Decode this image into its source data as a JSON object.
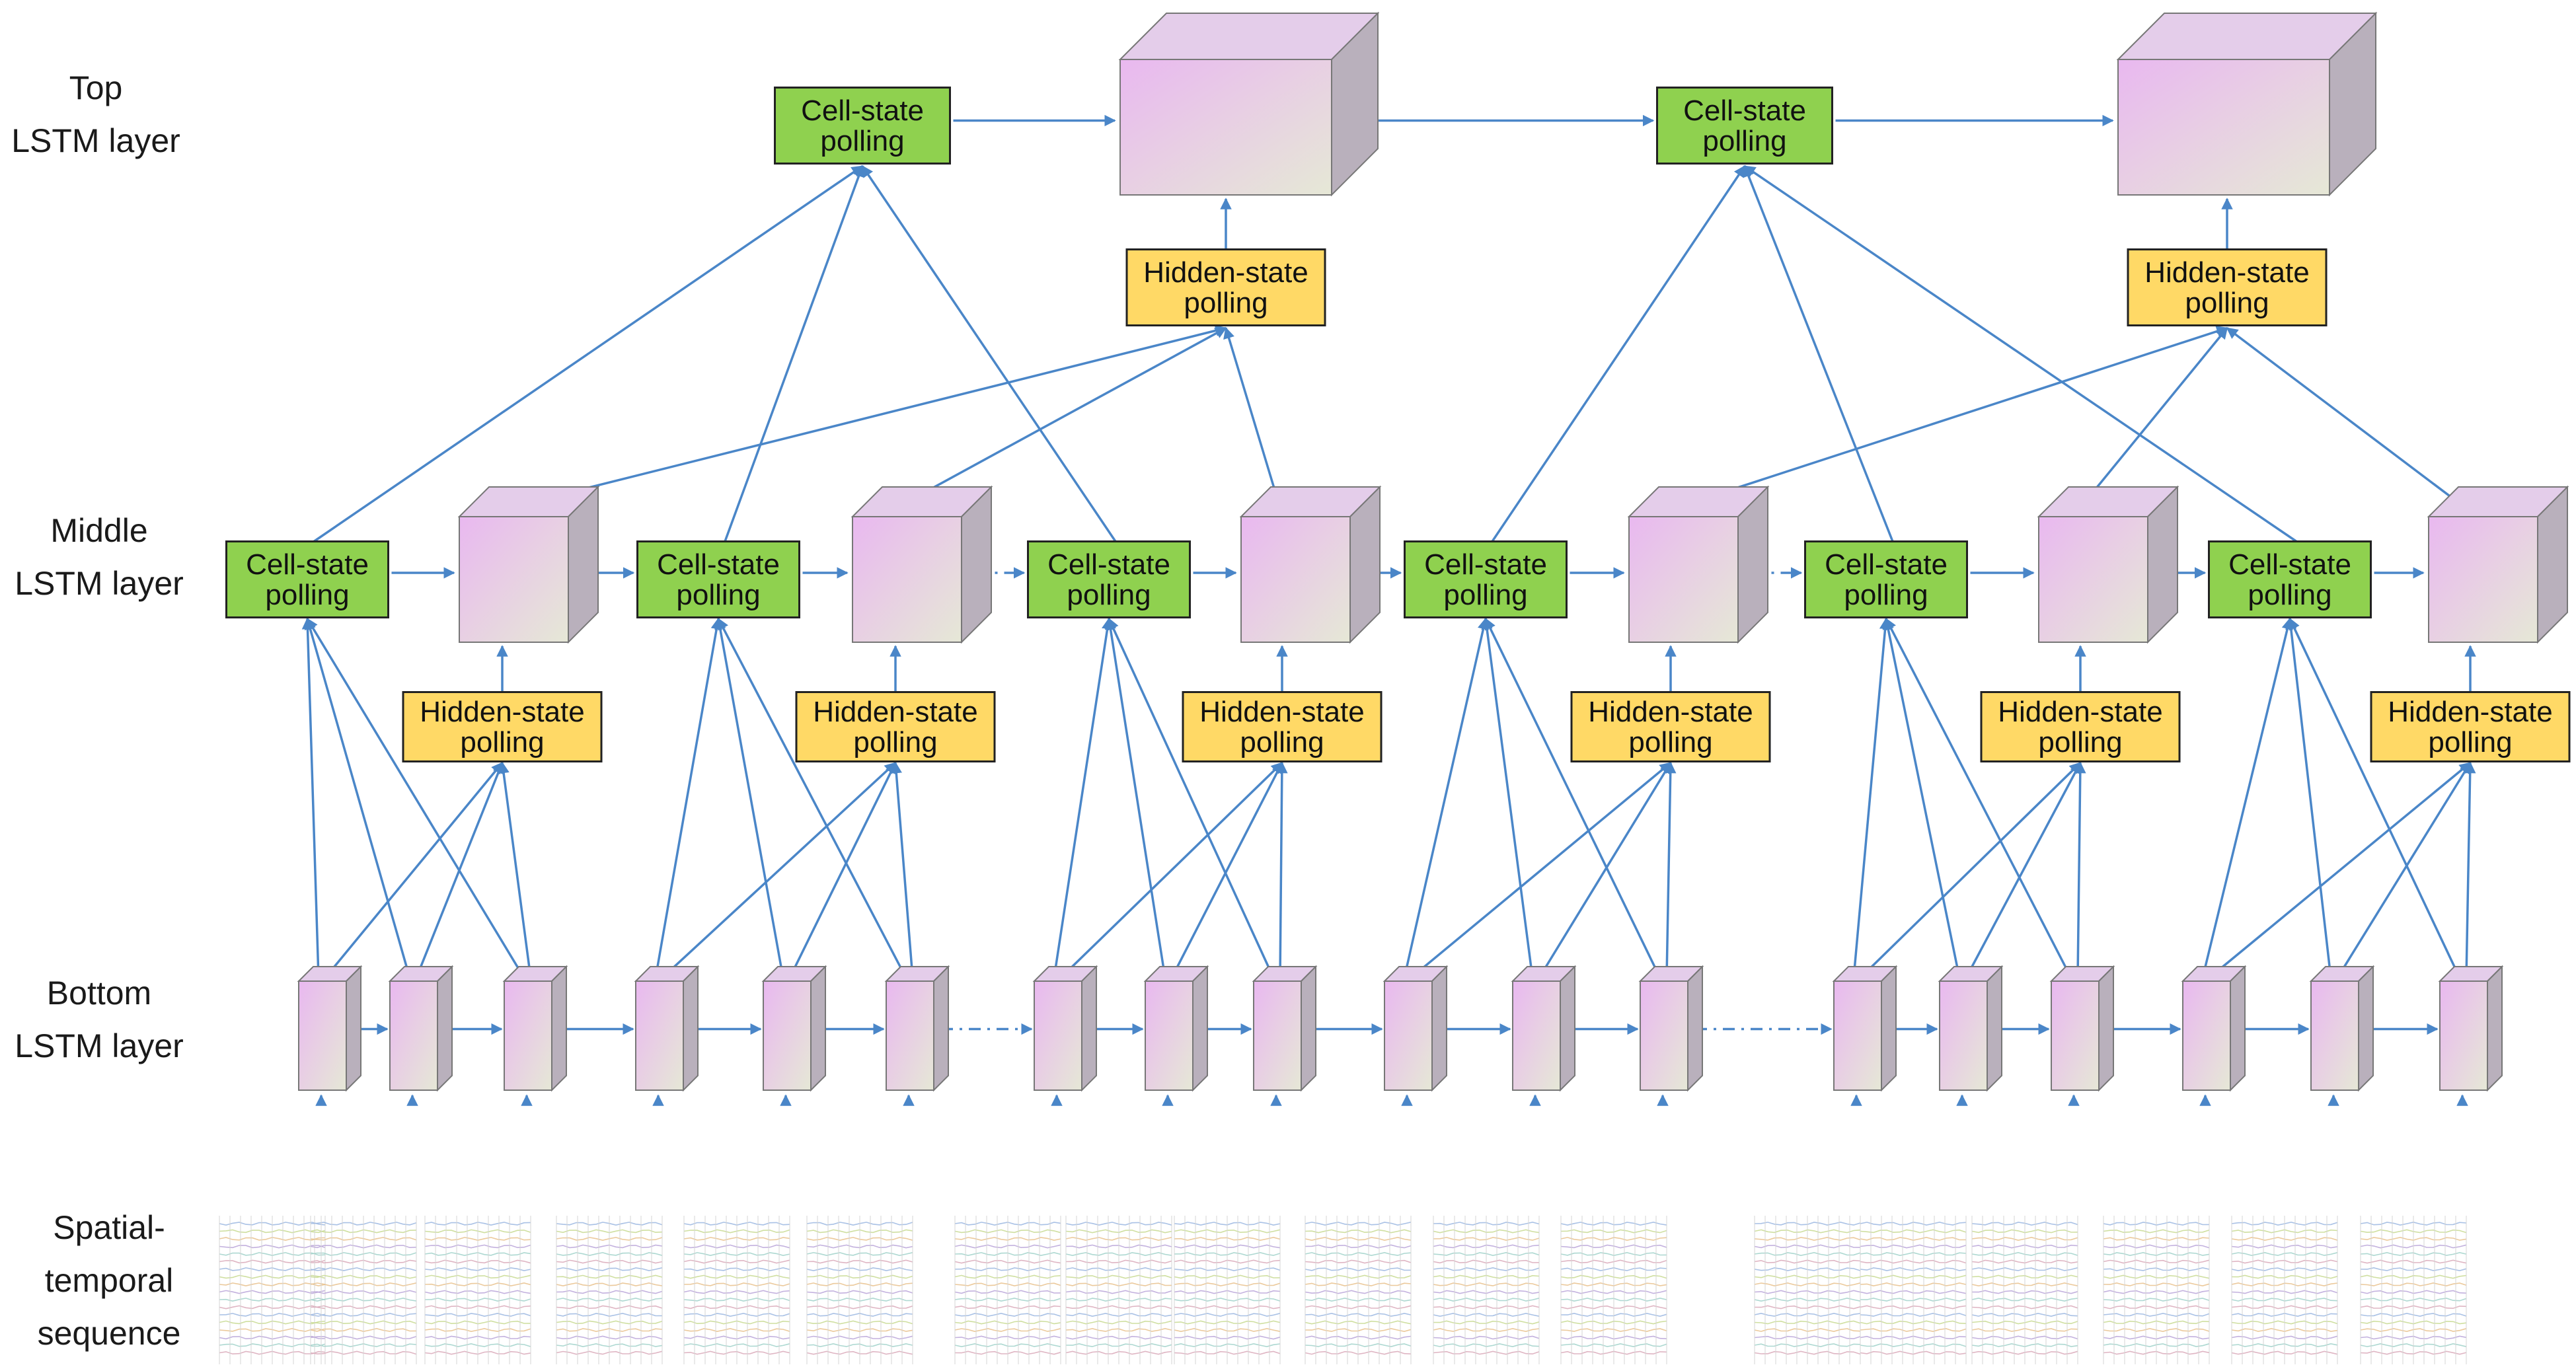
{
  "layer_labels": {
    "top": [
      "Top",
      "LSTM layer"
    ],
    "middle": [
      "Middle",
      "LSTM layer"
    ],
    "bottom": [
      "Bottom",
      "LSTM layer"
    ],
    "input": [
      "Spatial-",
      "temporal",
      "sequence"
    ]
  },
  "cell_state_label": [
    "Cell-state",
    "polling"
  ],
  "hidden_state_label": [
    "Hidden-state",
    "polling"
  ],
  "colors": {
    "cell_state_fill": "#8fd14f",
    "hidden_state_fill": "#ffd966",
    "cube_front_start": "#e9b8f0",
    "cube_front_end": "#e6e8d6",
    "cube_side": "#b9b0bc",
    "cube_top": "#e4cdea",
    "arrow": "#4a86c8"
  },
  "counts": {
    "bottom_cells": 18,
    "middle_cells": 6,
    "top_cells": 2,
    "input_sequences": 18
  }
}
